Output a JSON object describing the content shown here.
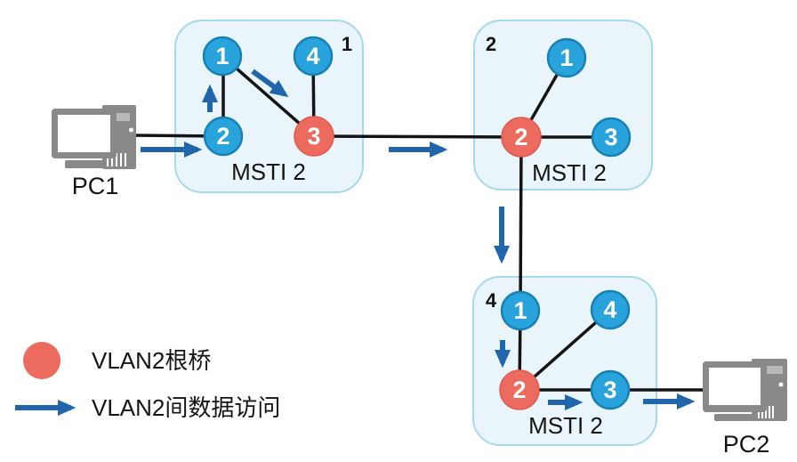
{
  "regions": [
    {
      "region_label": "1",
      "msti_label": "MSTI 2",
      "nodes": [
        {
          "label": "1",
          "role": "switch"
        },
        {
          "label": "4",
          "role": "switch"
        },
        {
          "label": "2",
          "role": "switch"
        },
        {
          "label": "3",
          "role": "vlan2-root-bridge"
        }
      ]
    },
    {
      "region_label": "2",
      "msti_label": "MSTI 2",
      "nodes": [
        {
          "label": "1",
          "role": "switch"
        },
        {
          "label": "2",
          "role": "vlan2-root-bridge"
        },
        {
          "label": "3",
          "role": "switch"
        }
      ]
    },
    {
      "region_label": "4",
      "msti_label": "MSTI 2",
      "nodes": [
        {
          "label": "1",
          "role": "switch"
        },
        {
          "label": "4",
          "role": "switch"
        },
        {
          "label": "2",
          "role": "vlan2-root-bridge"
        },
        {
          "label": "3",
          "role": "switch"
        }
      ]
    }
  ],
  "hosts": [
    {
      "label": "PC1"
    },
    {
      "label": "PC2"
    }
  ],
  "legend": {
    "items": [
      {
        "symbol": "root-bridge-circle",
        "label": "VLAN2根桥"
      },
      {
        "symbol": "data-flow-arrow",
        "label": "VLAN2间数据访问"
      }
    ]
  },
  "colors": {
    "node_blue": "#29a3db",
    "node_blue_border": "#1781b5",
    "root_bridge_red": "#ec6a5e",
    "flow_arrow_blue": "#2166ac",
    "region_fill": "#e9f5fb",
    "region_border": "#a6d9ef",
    "link_black": "#141414",
    "pc_gray": "#898989"
  }
}
